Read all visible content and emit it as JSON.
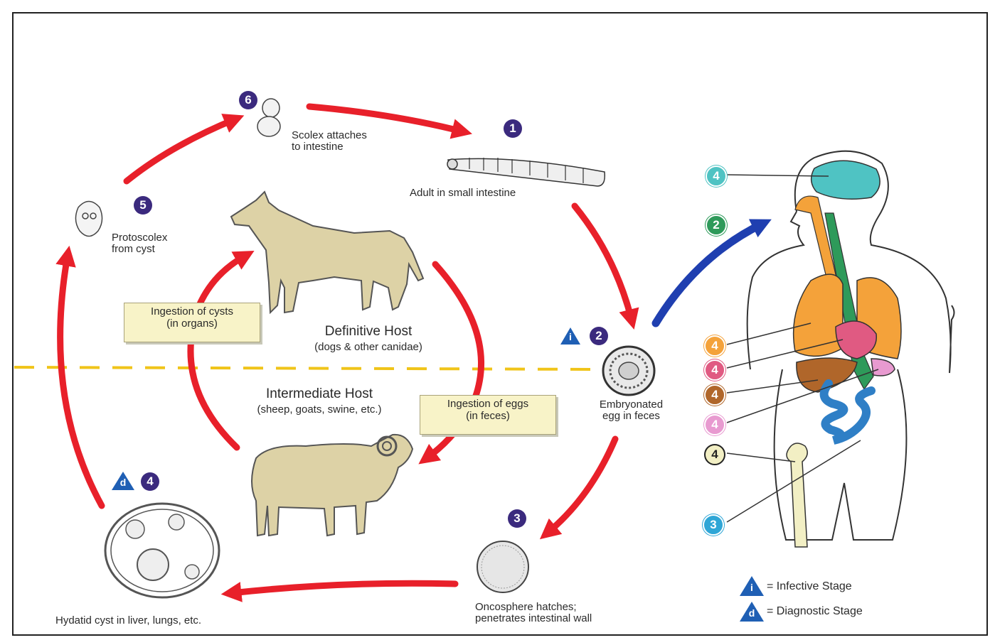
{
  "stages": {
    "s1": {
      "number": "1",
      "label": "Adult in small intestine"
    },
    "s2": {
      "number": "2",
      "label_line1": "Embryonated",
      "label_line2": "egg in feces",
      "marker": "i"
    },
    "s3": {
      "number": "3",
      "label_line1": "Oncosphere hatches;",
      "label_line2": "penetrates intestinal wall"
    },
    "s4": {
      "number": "4",
      "label": "Hydatid cyst in liver, lungs, etc.",
      "marker": "d"
    },
    "s5": {
      "number": "5",
      "label_line1": "Protoscolex",
      "label_line2": "from cyst"
    },
    "s6": {
      "number": "6",
      "label_line1": "Scolex attaches",
      "label_line2": "to intestine"
    }
  },
  "hosts": {
    "definitive": {
      "title": "Definitive Host",
      "subtitle": "(dogs & other canidae)"
    },
    "intermediate": {
      "title": "Intermediate Host",
      "subtitle": "(sheep, goats, swine, etc.)"
    }
  },
  "boxes": {
    "cysts": {
      "line1": "Ingestion of cysts",
      "line2": "(in organs)"
    },
    "eggs": {
      "line1": "Ingestion of eggs",
      "line2": "(in feces)"
    }
  },
  "human_markers": {
    "brain": "4",
    "route": "2",
    "lungs": "4",
    "heart": "4",
    "liver": "4",
    "spleen": "4",
    "bone": "4",
    "intestine": "3"
  },
  "legend": {
    "infective_symbol": "i",
    "infective_text": "= Infective Stage",
    "diagnostic_symbol": "d",
    "diagnostic_text": "= Diagnostic Stage"
  },
  "colors": {
    "cycle_arrow": "#e8202a",
    "human_arrow": "#1f3fb0",
    "stage_number": "#3b2a7e",
    "host_fill": "#ddd2a6",
    "marker_triangle": "#1f5fb4",
    "divider": "#f0c419",
    "brain": "#4fc3c3",
    "lungs": "#f4a23a",
    "heart": "#e05a82",
    "liver": "#b0662a",
    "spleen": "#e89ad0",
    "intestine": "#2f7fc6",
    "esophagus": "#2e9a5a",
    "bone": "#f2efc4"
  }
}
